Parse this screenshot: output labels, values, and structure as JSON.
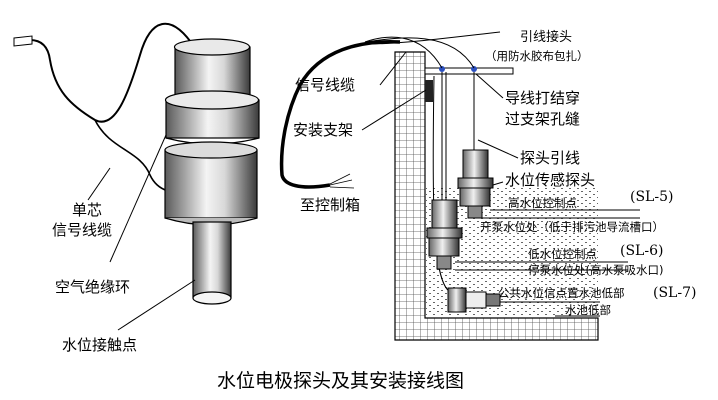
{
  "caption": "水位电极探头及其安装接线图",
  "probe": {
    "cable_label_line1": "单芯",
    "cable_label_line2": "信号线缆",
    "ring_label": "空气绝缘环",
    "contact_label": "水位接触点"
  },
  "install": {
    "lead_joint_line1": "引线接头",
    "lead_joint_line2": "（用防水胶布包扎）",
    "signal_cable": "信号线缆",
    "bracket": "安装支架",
    "knot_line1": "导线打结穿",
    "knot_line2": "过支架孔缝",
    "probe_lead": "探头引线",
    "sensor_probe": "水位传感探头",
    "to_controller": "至控制箱",
    "levels": [
      {
        "name": "high",
        "text": "高水位控制点",
        "code": "(SL-5)"
      },
      {
        "name": "pump-on",
        "text": "开泵水位处（低于排污池导流槽口）",
        "code": ""
      },
      {
        "name": "low",
        "text": "低水位控制点",
        "code": "(SL-6)"
      },
      {
        "name": "pump-off",
        "text": "停泵水位处(高水泵吸水口)",
        "code": ""
      },
      {
        "name": "common",
        "text": "公共水位信点置水池低部",
        "code": "(SL-7)"
      },
      {
        "name": "bottom",
        "text": "水池低部",
        "code": ""
      }
    ]
  },
  "colors": {
    "line": "#000000",
    "probe_dark": "#555555",
    "probe_light": "#f2f2f2"
  }
}
